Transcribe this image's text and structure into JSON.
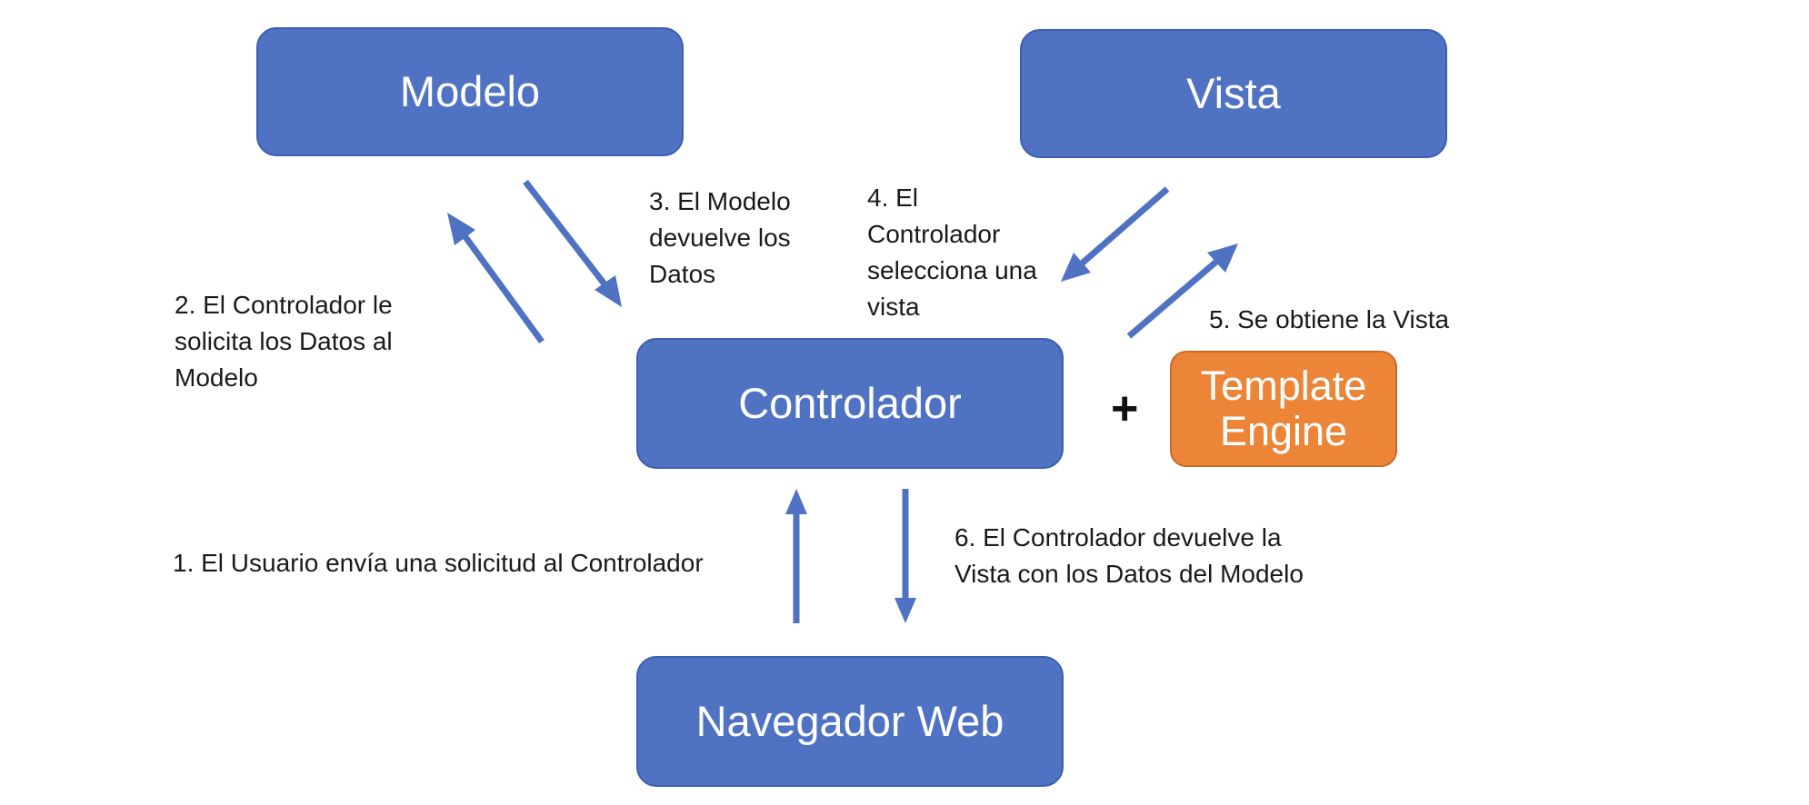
{
  "nodes": {
    "modelo": "Modelo",
    "vista": "Vista",
    "controlador": "Controlador",
    "template_engine": "Template Engine",
    "navegador_web": "Navegador Web"
  },
  "plus_symbol": "+",
  "steps": {
    "step1": "1. El Usuario envía una solicitud al Controlador",
    "step2": [
      "2. El Controlador le",
      "solicita los Datos al",
      "Modelo"
    ],
    "step3": [
      "3. El Modelo",
      "devuelve los",
      "Datos"
    ],
    "step4": [
      "4. El",
      "Controlador",
      "selecciona una",
      "vista"
    ],
    "step5": "5. Se obtiene la Vista",
    "step6": [
      "6. El Controlador devuelve la",
      "Vista con los Datos del Modelo"
    ]
  },
  "colors": {
    "box_blue": "#4f72c3",
    "box_orange": "#ec8537",
    "arrow_blue": "#4f72c3"
  }
}
